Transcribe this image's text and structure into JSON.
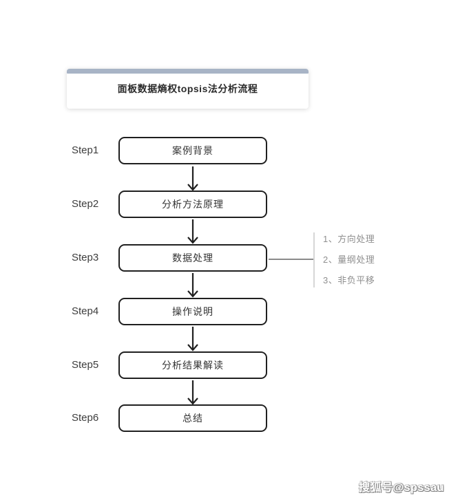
{
  "title": {
    "text": "面板数据熵权topsis法分析流程",
    "accent_color": "#a8b4c6"
  },
  "steps": [
    {
      "label": "Step1",
      "box": "案例背景"
    },
    {
      "label": "Step2",
      "box": "分析方法原理"
    },
    {
      "label": "Step3",
      "box": "数据处理"
    },
    {
      "label": "Step4",
      "box": "操作说明"
    },
    {
      "label": "Step5",
      "box": "分析结果解读"
    },
    {
      "label": "Step6",
      "box": "总结"
    }
  ],
  "annotation": {
    "items": [
      "1、方向处理",
      "2、量纲处理",
      "3、非负平移"
    ]
  },
  "colors": {
    "box_border": "#1f1f1f",
    "arrow": "#1f1f1f",
    "annotation_text": "#8f8f8f",
    "annotation_line": "#d6d6d6",
    "connector_line": "#8a8a8a"
  },
  "watermark": "搜狐号@spssau"
}
